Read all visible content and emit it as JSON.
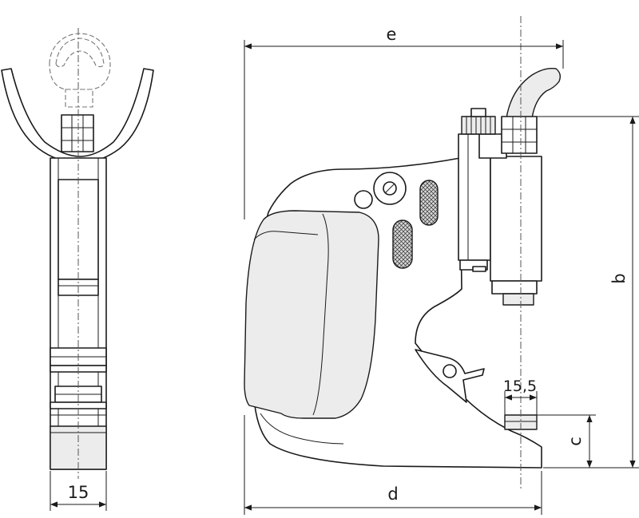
{
  "labels": {
    "width_front": "15",
    "overall_width": "e",
    "base_length": "d",
    "height": "b",
    "jaw_height": "c",
    "jaw_width": "15,5"
  }
}
